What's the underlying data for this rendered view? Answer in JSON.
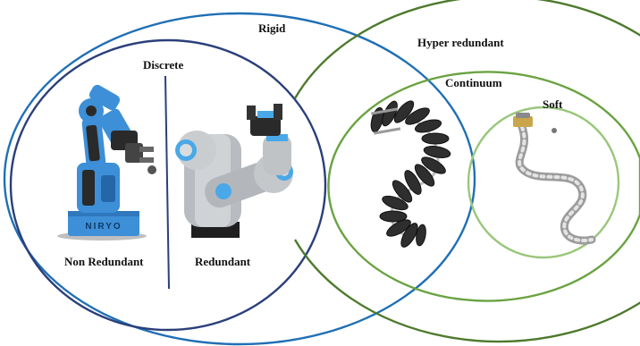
{
  "labels": {
    "rigid": "Rigid",
    "discrete": "Discrete",
    "hyper_redundant": "Hyper redundant",
    "continuum": "Continuum",
    "soft": "Soft",
    "non_redundant": "Non Redundant",
    "redundant": "Redundant"
  },
  "robot_logo": "NIRYO",
  "colors": {
    "rigid": "#1f6fb5",
    "discrete": "#2b3f7a",
    "hyper_redundant": "#4e7a2d",
    "continuum": "#6aa342",
    "soft": "#9ac77b",
    "divider": "#2b3f7a"
  }
}
